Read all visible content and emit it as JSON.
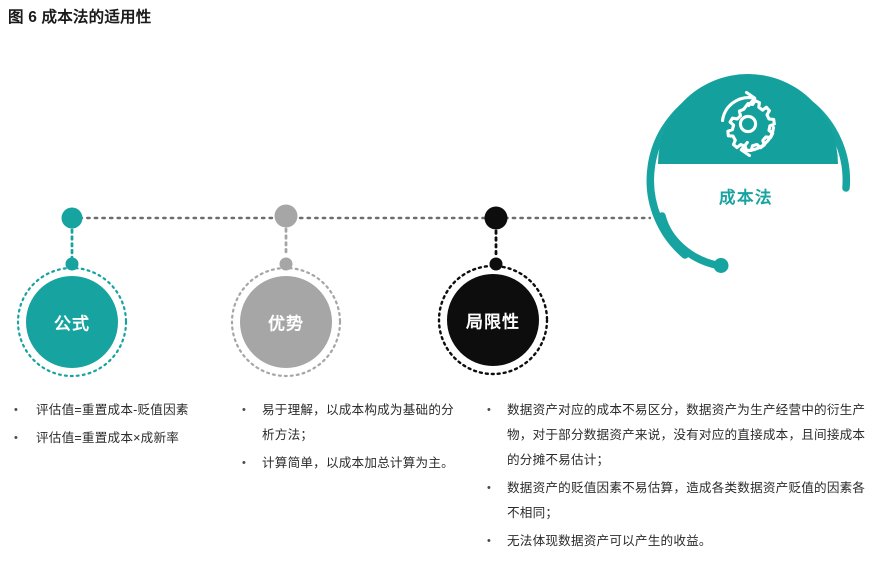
{
  "title": "图 6 成本法的适用性",
  "colors": {
    "teal": "#17a3a0",
    "teal_dark": "#139b98",
    "gray": "#a6a6a6",
    "black": "#0d0d0d",
    "dotted_line": "#6d6d6d",
    "text": "#2b2b2b"
  },
  "hub": {
    "label": "成本法",
    "icon": "gear-cycle-icon",
    "color": "#17a3a0"
  },
  "nodes": [
    {
      "id": "formula",
      "label": "公式",
      "color": "#17a3a0",
      "ring": "dotted"
    },
    {
      "id": "advantage",
      "label": "优势",
      "color": "#a6a6a6",
      "ring": "dotted"
    },
    {
      "id": "limitation",
      "label": "局限性",
      "color": "#0d0d0d",
      "ring": "dotted"
    }
  ],
  "columns": [
    {
      "id": "formula",
      "bullets": [
        "评估值=重置成本-贬值因素",
        "评估值=重置成本×成新率"
      ]
    },
    {
      "id": "advantage",
      "bullets": [
        "易于理解，以成本构成为基础的分析方法；",
        "计算简单，以成本加总计算为主。"
      ]
    },
    {
      "id": "limitation",
      "bullets": [
        "数据资产对应的成本不易区分，数据资产为生产经营中的衍生产物，对于部分数据资产来说，没有对应的直接成本，且间接成本的分摊不易估计；",
        "数据资产的贬值因素不易估算，造成各类数据资产贬值的因素各不相同；",
        "无法体现数据资产可以产生的收益。"
      ]
    }
  ],
  "bullet_marker": "•"
}
